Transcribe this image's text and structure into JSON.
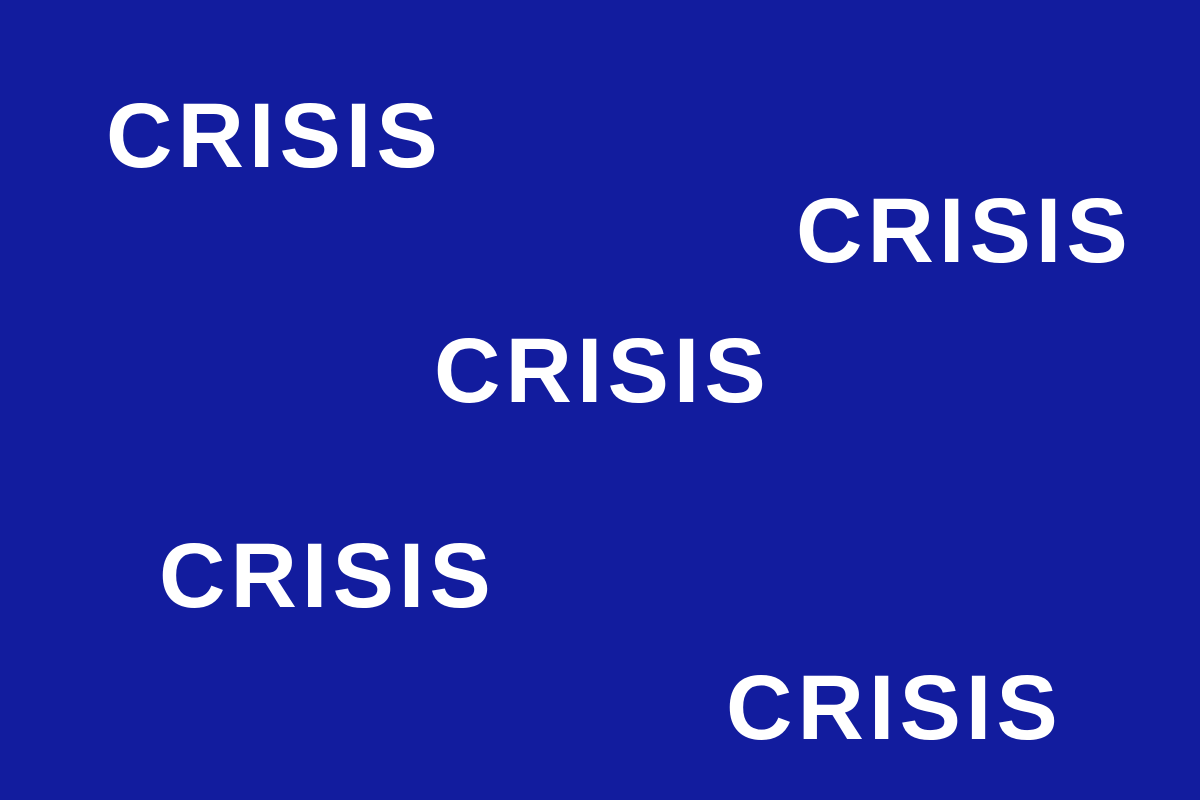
{
  "background_color": "#121c9e",
  "text_color": "#ffffff",
  "words": [
    "CRISIS",
    "CRISIS",
    "CRISIS",
    "CRISIS",
    "CRISIS"
  ]
}
